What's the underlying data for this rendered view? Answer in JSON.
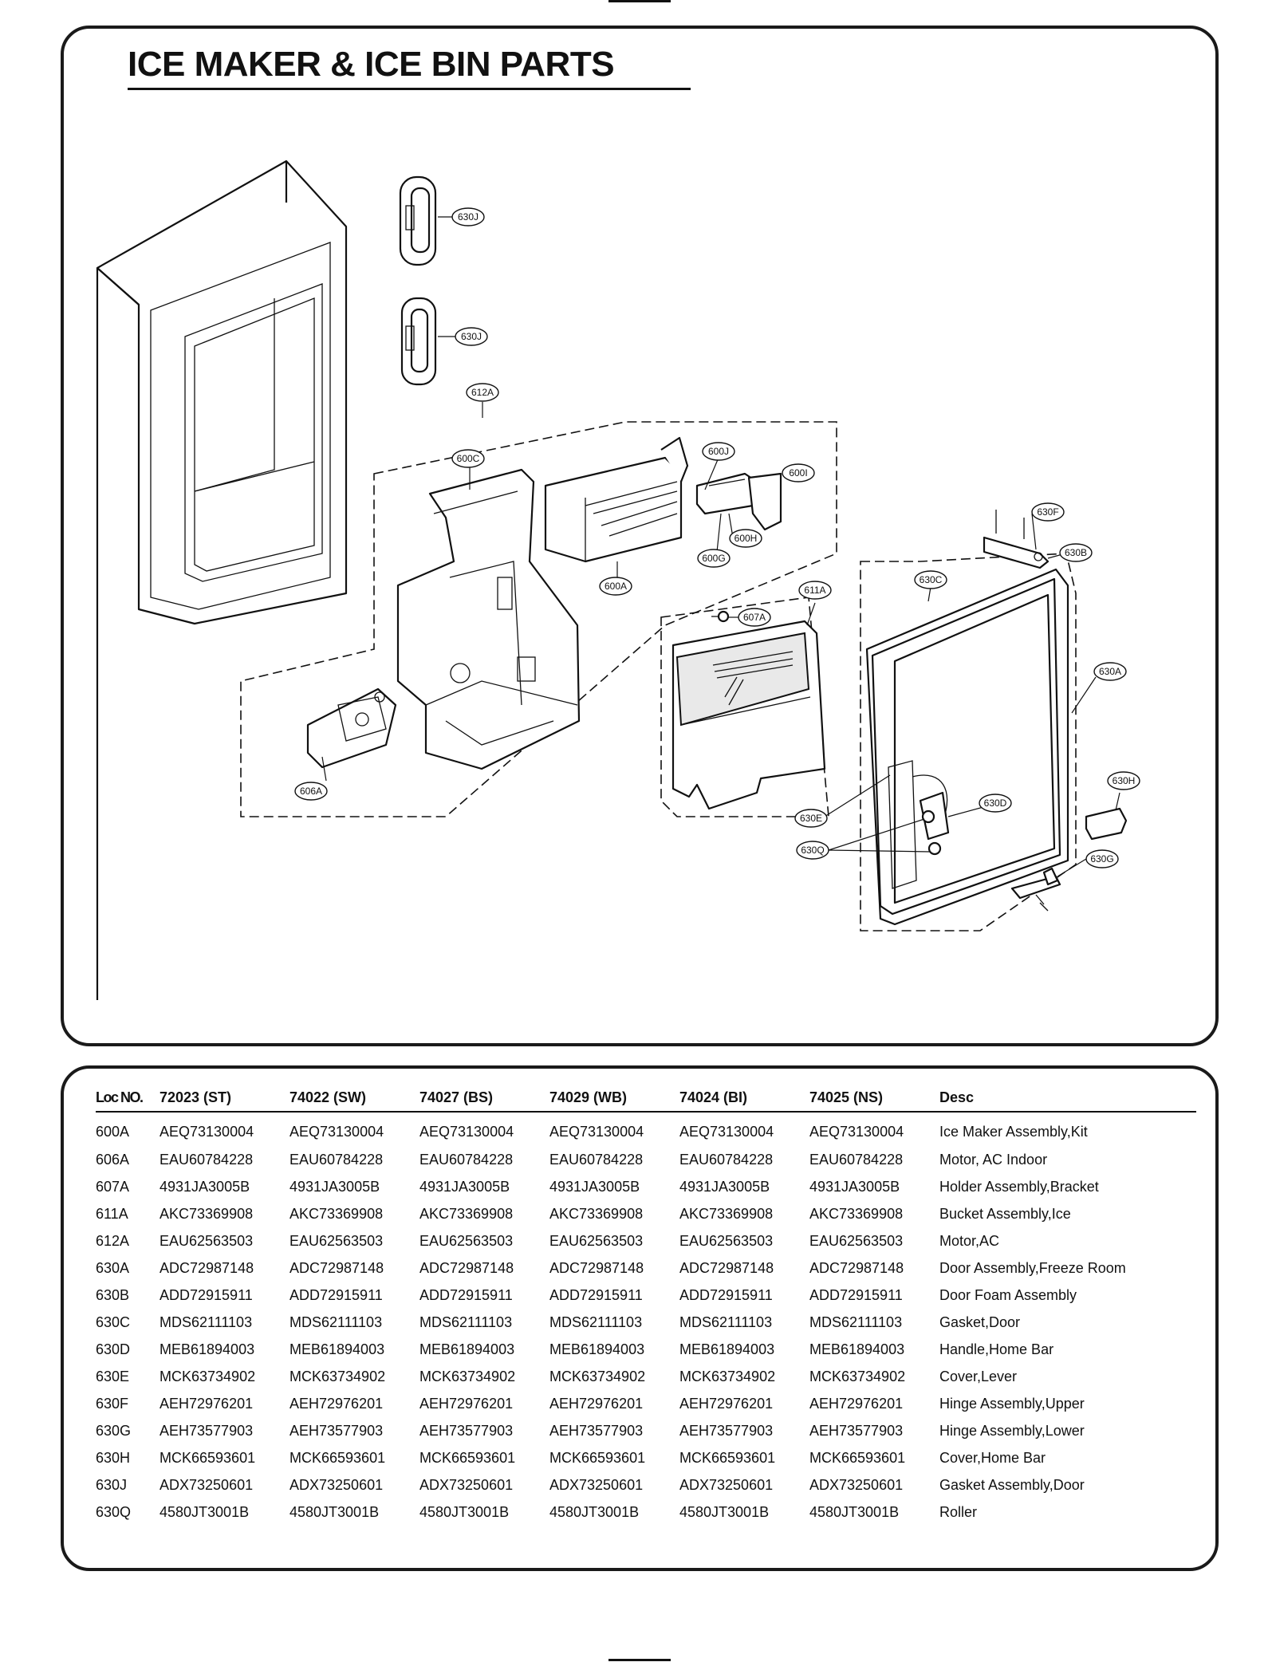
{
  "page_title": "ICE MAKER & ICE BIN PARTS",
  "diagram": {
    "callouts": [
      "630J",
      "630J",
      "612A",
      "600C",
      "600J",
      "600I",
      "600H",
      "600G",
      "600A",
      "630F",
      "630B",
      "630C",
      "611A",
      "607A",
      "630A",
      "606A",
      "630H",
      "630D",
      "630E",
      "630Q",
      "630G"
    ]
  },
  "table": {
    "headers": [
      "Loc NO.",
      "72023 (ST)",
      "74022 (SW)",
      "74027 (BS)",
      "74029 (WB)",
      "74024 (BI)",
      "74025 (NS)",
      "Desc"
    ],
    "rows": [
      [
        "600A",
        "AEQ73130004",
        "AEQ73130004",
        "AEQ73130004",
        "AEQ73130004",
        "AEQ73130004",
        "AEQ73130004",
        "Ice Maker Assembly,Kit"
      ],
      [
        "606A",
        "EAU60784228",
        "EAU60784228",
        "EAU60784228",
        "EAU60784228",
        "EAU60784228",
        "EAU60784228",
        "Motor, AC Indoor"
      ],
      [
        "607A",
        "4931JA3005B",
        "4931JA3005B",
        "4931JA3005B",
        "4931JA3005B",
        "4931JA3005B",
        "4931JA3005B",
        "Holder Assembly,Bracket"
      ],
      [
        "611A",
        "AKC73369908",
        "AKC73369908",
        "AKC73369908",
        "AKC73369908",
        "AKC73369908",
        "AKC73369908",
        "Bucket Assembly,Ice"
      ],
      [
        "612A",
        "EAU62563503",
        "EAU62563503",
        "EAU62563503",
        "EAU62563503",
        "EAU62563503",
        "EAU62563503",
        "Motor,AC"
      ],
      [
        "630A",
        "ADC72987148",
        "ADC72987148",
        "ADC72987148",
        "ADC72987148",
        "ADC72987148",
        "ADC72987148",
        "Door Assembly,Freeze Room"
      ],
      [
        "630B",
        "ADD72915911",
        "ADD72915911",
        "ADD72915911",
        "ADD72915911",
        "ADD72915911",
        "ADD72915911",
        "Door Foam Assembly"
      ],
      [
        "630C",
        "MDS62111103",
        "MDS62111103",
        "MDS62111103",
        "MDS62111103",
        "MDS62111103",
        "MDS62111103",
        "Gasket,Door"
      ],
      [
        "630D",
        "MEB61894003",
        "MEB61894003",
        "MEB61894003",
        "MEB61894003",
        "MEB61894003",
        "MEB61894003",
        "Handle,Home Bar"
      ],
      [
        "630E",
        "MCK63734902",
        "MCK63734902",
        "MCK63734902",
        "MCK63734902",
        "MCK63734902",
        "MCK63734902",
        "Cover,Lever"
      ],
      [
        "630F",
        "AEH72976201",
        "AEH72976201",
        "AEH72976201",
        "AEH72976201",
        "AEH72976201",
        "AEH72976201",
        "Hinge Assembly,Upper"
      ],
      [
        "630G",
        "AEH73577903",
        "AEH73577903",
        "AEH73577903",
        "AEH73577903",
        "AEH73577903",
        "AEH73577903",
        "Hinge Assembly,Lower"
      ],
      [
        "630H",
        "MCK66593601",
        "MCK66593601",
        "MCK66593601",
        "MCK66593601",
        "MCK66593601",
        "MCK66593601",
        "Cover,Home Bar"
      ],
      [
        "630J",
        "ADX73250601",
        "ADX73250601",
        "ADX73250601",
        "ADX73250601",
        "ADX73250601",
        "ADX73250601",
        "Gasket Assembly,Door"
      ],
      [
        "630Q",
        "4580JT3001B",
        "4580JT3001B",
        "4580JT3001B",
        "4580JT3001B",
        "4580JT3001B",
        "4580JT3001B",
        "Roller"
      ]
    ]
  }
}
